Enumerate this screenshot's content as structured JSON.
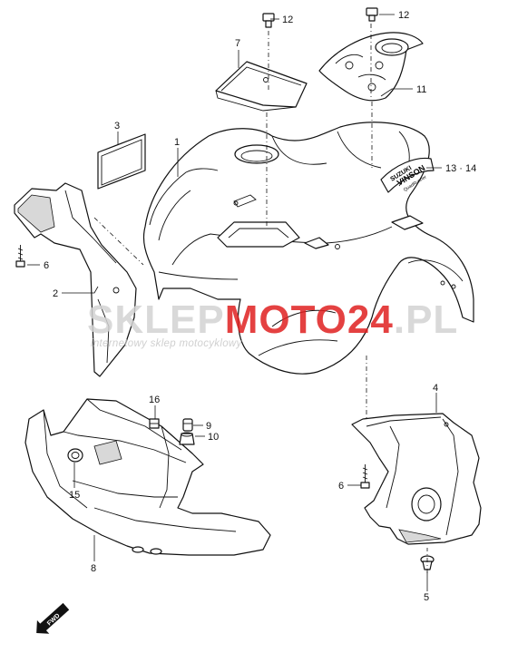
{
  "watermark": {
    "brand_part1": "SKLEP",
    "brand_part2": "MOTO",
    "brand_part3": "24",
    "brand_part4": ".PL",
    "tagline": "internetowy sklep motocyklowy",
    "colors": {
      "grey": "#d3d3d3",
      "red": "#e02020"
    }
  },
  "callouts": [
    {
      "id": "1",
      "label": "1"
    },
    {
      "id": "2",
      "label": "2"
    },
    {
      "id": "3",
      "label": "3"
    },
    {
      "id": "4",
      "label": "4"
    },
    {
      "id": "5",
      "label": "5"
    },
    {
      "id": "6a",
      "label": "6"
    },
    {
      "id": "6b",
      "label": "6"
    },
    {
      "id": "7",
      "label": "7"
    },
    {
      "id": "8",
      "label": "8"
    },
    {
      "id": "9",
      "label": "9"
    },
    {
      "id": "10",
      "label": "10"
    },
    {
      "id": "11",
      "label": "11"
    },
    {
      "id": "12a",
      "label": "12"
    },
    {
      "id": "12b",
      "label": "12"
    },
    {
      "id": "13_14",
      "label": "13 · 14"
    },
    {
      "id": "15",
      "label": "15"
    },
    {
      "id": "16",
      "label": "16"
    }
  ],
  "decal": {
    "brand": "SUZUKI",
    "model": "VINSON",
    "sub": "QuadRunner"
  },
  "fwd_badge": {
    "label": "FWD"
  }
}
